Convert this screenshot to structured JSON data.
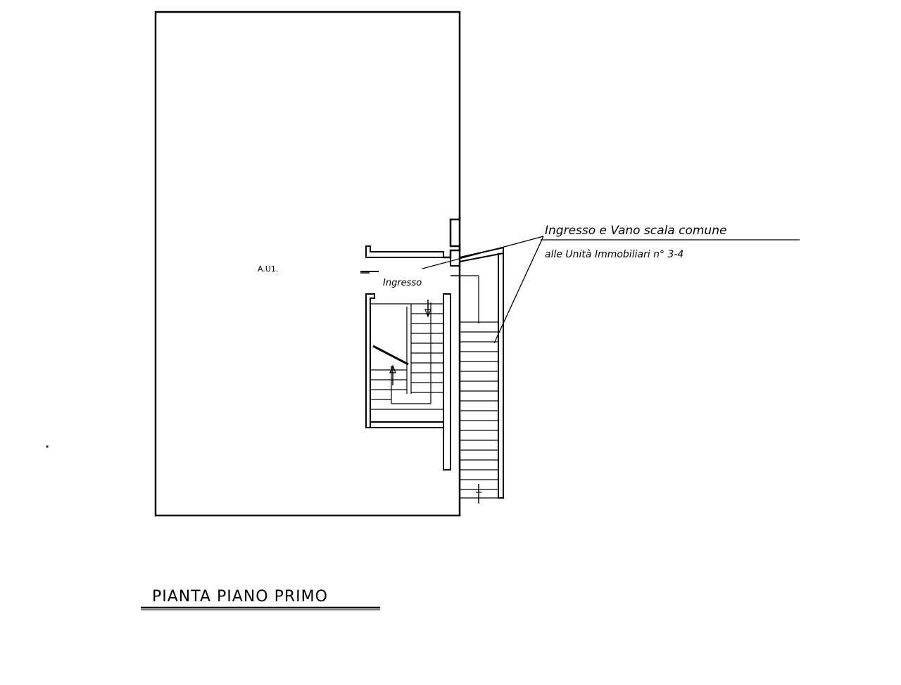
{
  "drawing": {
    "title": "PIANTA PIANO PRIMO",
    "room_label": "A.U1.",
    "entrance_label": "Ingresso",
    "annotation_line1": "Ingresso e Vano scala comune",
    "annotation_line2": "alle Unità Immobiliari n° 3-4",
    "colors": {
      "ink": "#000000",
      "paper": "#ffffff"
    }
  }
}
